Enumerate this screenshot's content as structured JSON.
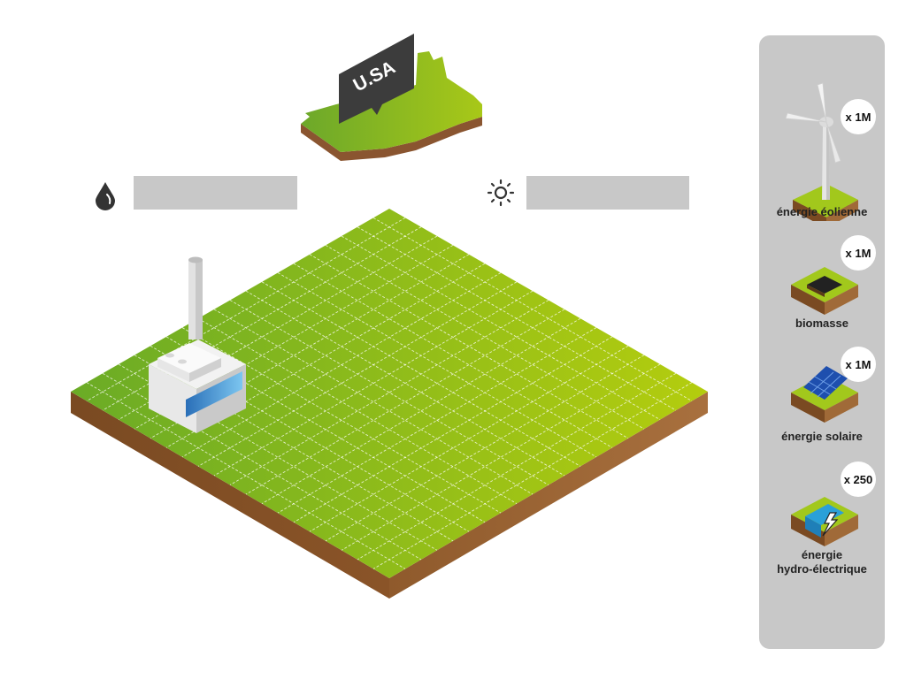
{
  "country": {
    "label": "U.SA"
  },
  "stats": {
    "water": {
      "icon": "water-drop-icon",
      "value": ""
    },
    "sun": {
      "icon": "sun-icon",
      "value": ""
    }
  },
  "energy_sources": [
    {
      "id": "wind",
      "badge": "x 1M",
      "label": "énergie éolienne",
      "icon": "wind-turbine-icon"
    },
    {
      "id": "biomass",
      "badge": "x 1M",
      "label": "biomasse",
      "icon": "biomass-pit-icon"
    },
    {
      "id": "solar",
      "badge": "x 1M",
      "label": "énergie solaire",
      "icon": "solar-panel-icon"
    },
    {
      "id": "hydro",
      "badge": "x 250",
      "label_line1": "énergie",
      "label_line2": "hydro-électrique",
      "icon": "hydro-lightning-icon"
    }
  ],
  "colors": {
    "grass_light": "#b2cc10",
    "grass_dark": "#6cac24",
    "soil": "#8a5530",
    "panel_bg": "#c8c8c8",
    "sign": "#3c3c3c"
  }
}
